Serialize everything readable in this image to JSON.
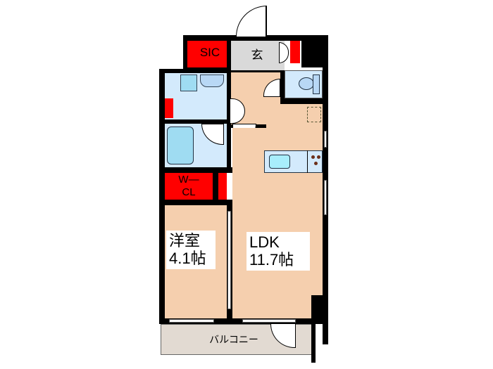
{
  "floorplan": {
    "rooms": {
      "sic": {
        "label": "SIC"
      },
      "genkan": {
        "label": "玄"
      },
      "wcl": {
        "label_line1": "W—",
        "label_line2": "CL"
      },
      "western_room": {
        "label_line1": "洋室",
        "label_line2": "4.1帖"
      },
      "ldk": {
        "label_line1": "LDK",
        "label_line2": "11.7帖"
      },
      "balcony": {
        "label": "バルコニー"
      }
    },
    "colors": {
      "wall": "#000000",
      "storage": "#ff0000",
      "floor": "#f5cfae",
      "wet_area": "#d3eafc",
      "entrance": "#d9d9d9",
      "balcony": "#e2dad2"
    }
  }
}
